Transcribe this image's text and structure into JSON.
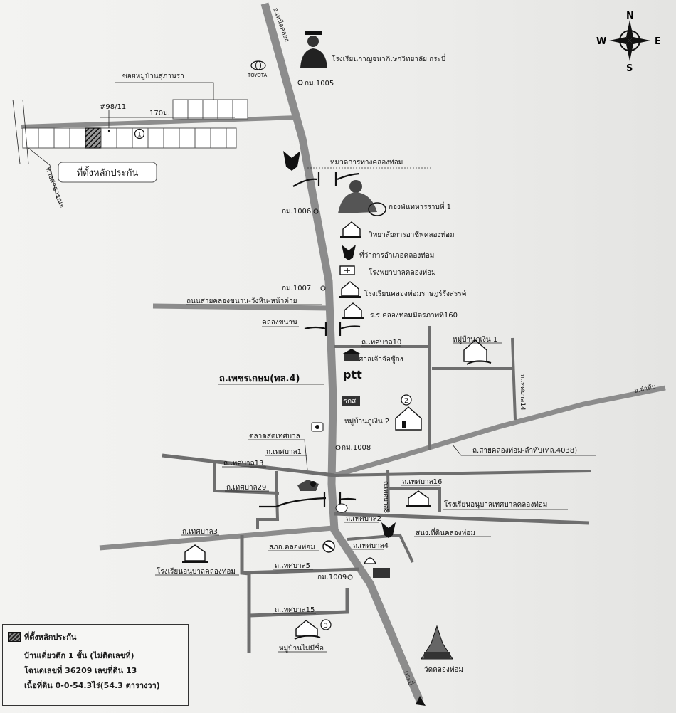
{
  "compass": {
    "n": "N",
    "s": "S",
    "e": "E",
    "w": "W"
  },
  "lot_label": "ที่ตั้งหลักประกัน",
  "lot_number": "1",
  "address": "#98/11",
  "distance": "170ม.",
  "soi": "ซอยหมู่บ้านสุภานรา",
  "toyota": "TOYOTA",
  "directions": {
    "top": "อ.เหนือคลอง",
    "left": "ทางสาธารณะ",
    "right": "อ.ลำทับ",
    "bottom": "กระบี่"
  },
  "km_markers": [
    "กม.1005",
    "กม.1006",
    "กม.1007",
    "กม.1008",
    "กม.1009"
  ],
  "roads": {
    "main": "ถ.เพชรเกษม(ทล.4)",
    "road_khanan": "ถนนสายคลองขนาน-วังหิน-หน้าค่าย",
    "lamthap": "ถ.สายคลองท่อม-ลำทับ(ทล.4038)",
    "thesaban1": "ถ.เทศบาล1",
    "thesaban2": "ถ.เทศบาล2",
    "thesaban3": "ถ.เทศบาล3",
    "thesaban4": "ถ.เทศบาล4",
    "thesaban5": "ถ.เทศบาล5",
    "thesaban8": "ถ.เทศบาล8",
    "thesaban10": "ถ.เทศบาล10",
    "thesaban13": "ถ.เทศบาล13",
    "thesaban14": "ถ.เทศบาล14",
    "thesaban15": "ถ.เทศบาล15",
    "thesaban16": "ถ.เทศบาล16",
    "thesaban29": "ถ.เทศบาล29"
  },
  "places": {
    "school_kanchana": "โรงเรียนกาญจนาภิเษกวิทยาลัย กระบี่",
    "highway_dept": "หมวดการทางคลองท่อม",
    "battalion": "กองพันทหารราบที่ 1",
    "vocational": "วิทยาลัยการอาชีพคลองท่อม",
    "district_office": "ที่ว่าการอำเภอคลองท่อม",
    "hospital": "โรงพยาบาลคลองท่อม",
    "school_rat": "โรงเรียนคลองท่อมราษฎร์รังสรรค์",
    "school_mitraphap": "ร.ร.คลองท่อมมิตรภาพที่160",
    "canal": "คลองขนาน",
    "shrine": "ศาลเจ้าจ้อซู้กง",
    "ptt": "ptt",
    "bank": "ธกส",
    "village1": "หมู่บ้านภูเงิน 1",
    "village2": "หมู่บ้านภูเงิน 2",
    "village2_num": "2",
    "market": "ตลาดสดเทศบาล",
    "kindergarten_thesaban": "โรงเรียนอนุบาลเทศบาลคลองท่อม",
    "land_office": "สนง.ที่ดินคลองท่อม",
    "post_office": "สภอ.คลองท่อม",
    "kindergarten": "โรงเรียนอนุบาลคลองท่อม",
    "village3": "หมู่บ้านไม่มีชื่อ",
    "village3_num": "3",
    "temple": "วัดคลองท่อม"
  },
  "legend": {
    "title": "ที่ตั้งหลักประกัน",
    "line1": "บ้านเดี่ยวตึก 1 ชั้น (ไม่ติดเลขที่)",
    "line2": "โฉนดเลขที่ 36209 เลขที่ดิน 13",
    "line3": "เนื้อที่ดิน 0-0-54.3ไร่(54.3 ตารางวา)"
  },
  "colors": {
    "road": "#8c8c8c",
    "road_dark": "#6e6e6e",
    "hatch": "#222222"
  }
}
